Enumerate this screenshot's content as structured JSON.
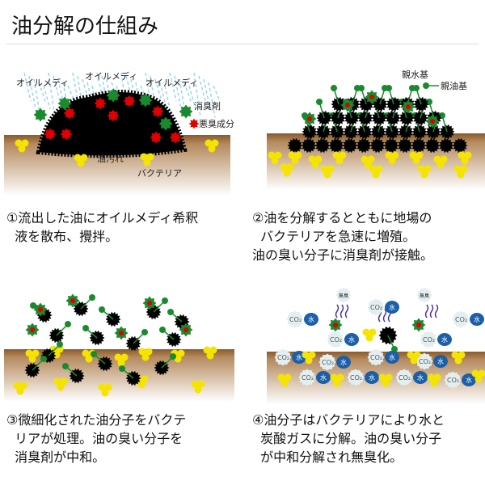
{
  "title": "油分解の仕組み",
  "panels": [
    {
      "caption": "①流出した油にオイルメディ希釈\n  液を散布、攪拌。",
      "labels": {
        "media1": "オイルメディ",
        "media2": "オイルメディ",
        "media3": "オイルメディ",
        "deodorant": "消臭剤",
        "odor": "悪臭成分",
        "oil": "油汚れ",
        "bacteria": "バクテリア"
      }
    },
    {
      "caption": "②油を分解するとともに地場の\n  バクテリアを急速に増殖。\n油の臭い分子に消臭剤が接触。",
      "labels": {
        "hydrophilic": "親水基",
        "lipophilic": "親油基"
      }
    },
    {
      "caption": "③微細化された油分子をバクテ\n  リアが処理。油の臭い分子を\n  消臭剤が中和。"
    },
    {
      "caption": "④油分子はバクテリアにより水と\n  炭酸ガスに分解。油の臭い分子\n  が中和分解され無臭化。",
      "labels": {
        "co2": "CO₂",
        "water": "水",
        "odorless": "無臭"
      }
    }
  ],
  "colors": {
    "ground": "#8a5a2b",
    "oil": "#000000",
    "deodorant": "#1a8a2e",
    "odor": "#e00000",
    "bacteria": "#f5e400",
    "water": "#1a5fa8"
  }
}
